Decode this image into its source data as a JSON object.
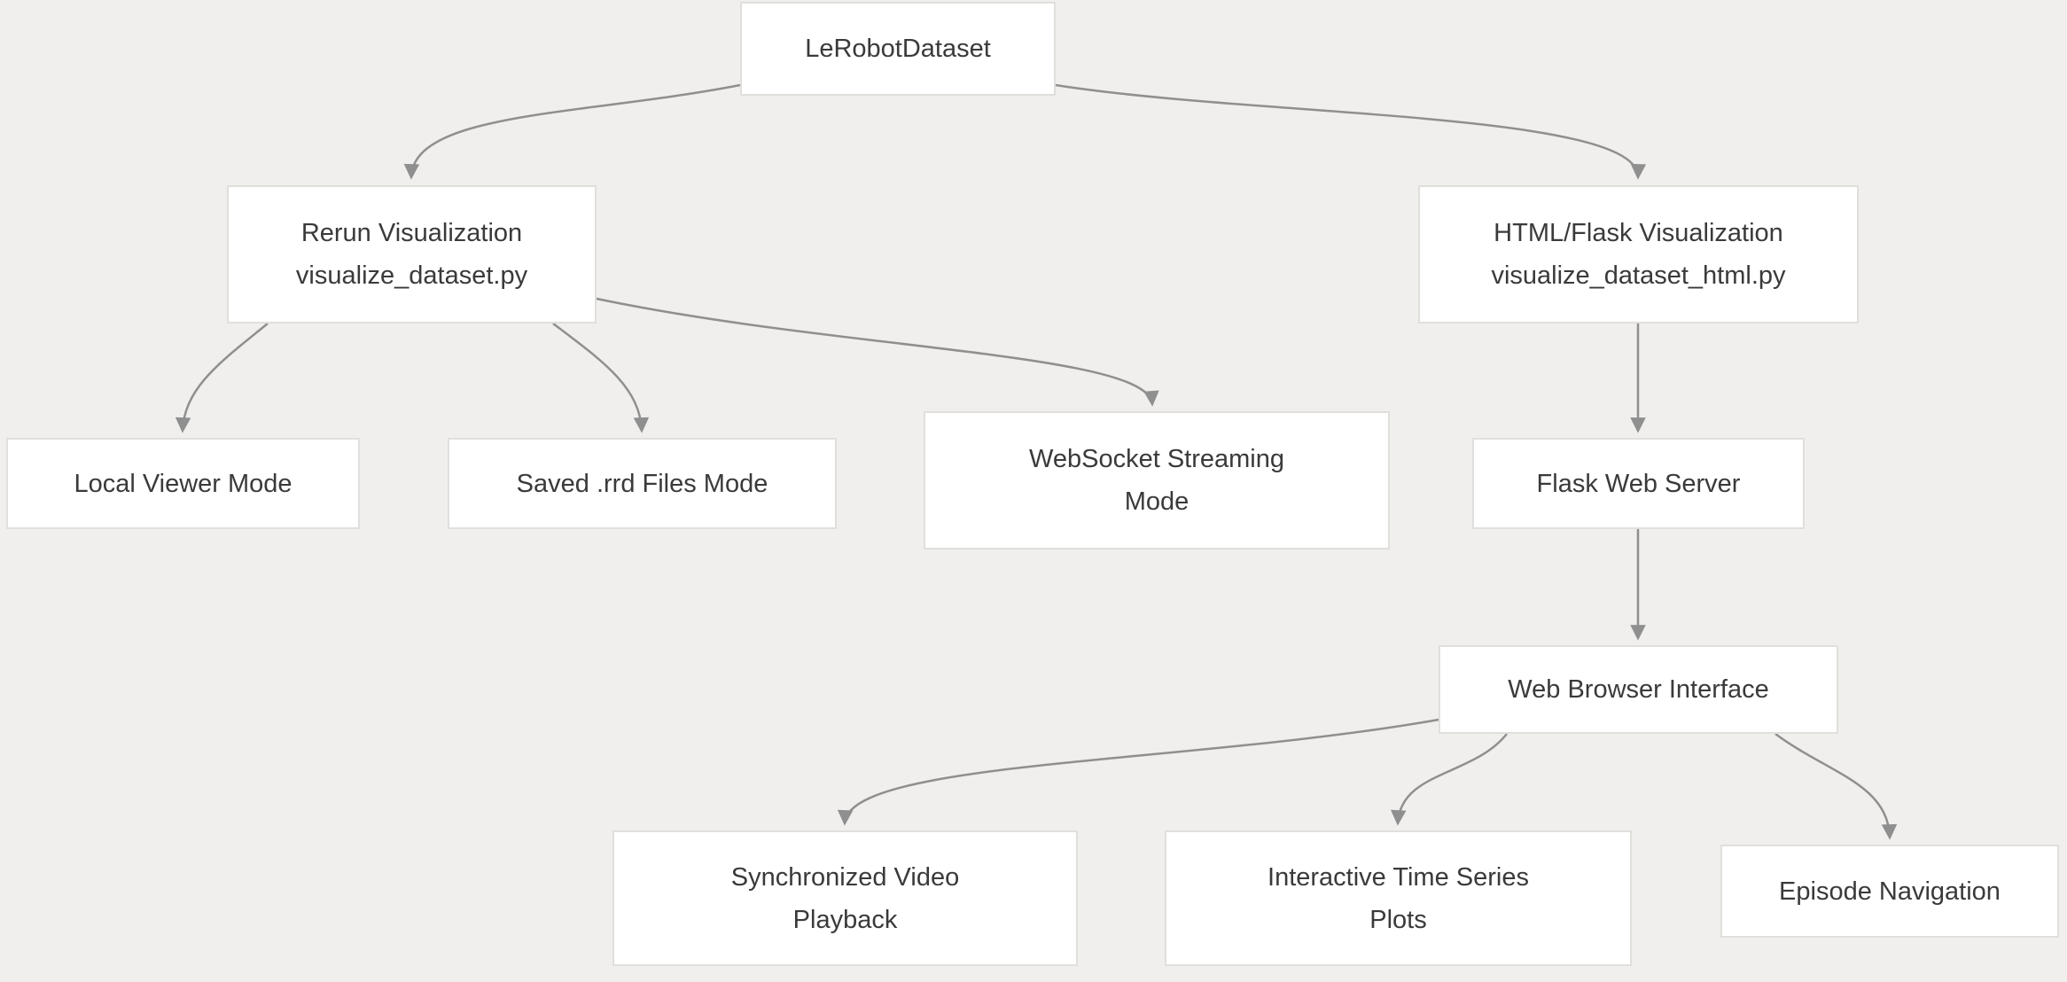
{
  "diagram": {
    "type": "flowchart",
    "colors": {
      "background": "#f0efed",
      "node_fill": "#ffffff",
      "node_border": "#e0dfdc",
      "edge": "#8f8f8f",
      "text": "#3a3a3a"
    },
    "nodes": {
      "lerobot": {
        "lines": [
          "LeRobotDataset"
        ]
      },
      "rerun": {
        "lines": [
          "Rerun Visualization",
          "visualize_dataset.py"
        ]
      },
      "htmlflask": {
        "lines": [
          "HTML/Flask Visualization",
          "visualize_dataset_html.py"
        ]
      },
      "local": {
        "lines": [
          "Local Viewer Mode"
        ]
      },
      "saved": {
        "lines": [
          "Saved .rrd Files Mode"
        ]
      },
      "websocket": {
        "lines": [
          "WebSocket Streaming",
          "Mode"
        ]
      },
      "flask": {
        "lines": [
          "Flask Web Server"
        ]
      },
      "browser": {
        "lines": [
          "Web Browser Interface"
        ]
      },
      "sync": {
        "lines": [
          "Synchronized Video",
          "Playback"
        ]
      },
      "plots": {
        "lines": [
          "Interactive Time Series",
          "Plots"
        ]
      },
      "episode": {
        "lines": [
          "Episode Navigation"
        ]
      }
    },
    "edges": [
      {
        "from": "lerobot",
        "to": "rerun"
      },
      {
        "from": "lerobot",
        "to": "htmlflask"
      },
      {
        "from": "rerun",
        "to": "local"
      },
      {
        "from": "rerun",
        "to": "saved"
      },
      {
        "from": "rerun",
        "to": "websocket"
      },
      {
        "from": "htmlflask",
        "to": "flask"
      },
      {
        "from": "flask",
        "to": "browser"
      },
      {
        "from": "browser",
        "to": "sync"
      },
      {
        "from": "browser",
        "to": "plots"
      },
      {
        "from": "browser",
        "to": "episode"
      }
    ]
  }
}
